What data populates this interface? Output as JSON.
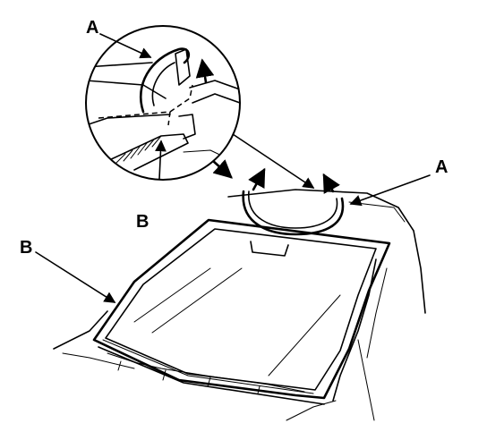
{
  "callouts": {
    "a_top": "A",
    "b_inset": "B",
    "a_right": "A",
    "b_left": "B"
  },
  "colors": {
    "ink": "#000000",
    "paper": "#ffffff"
  }
}
